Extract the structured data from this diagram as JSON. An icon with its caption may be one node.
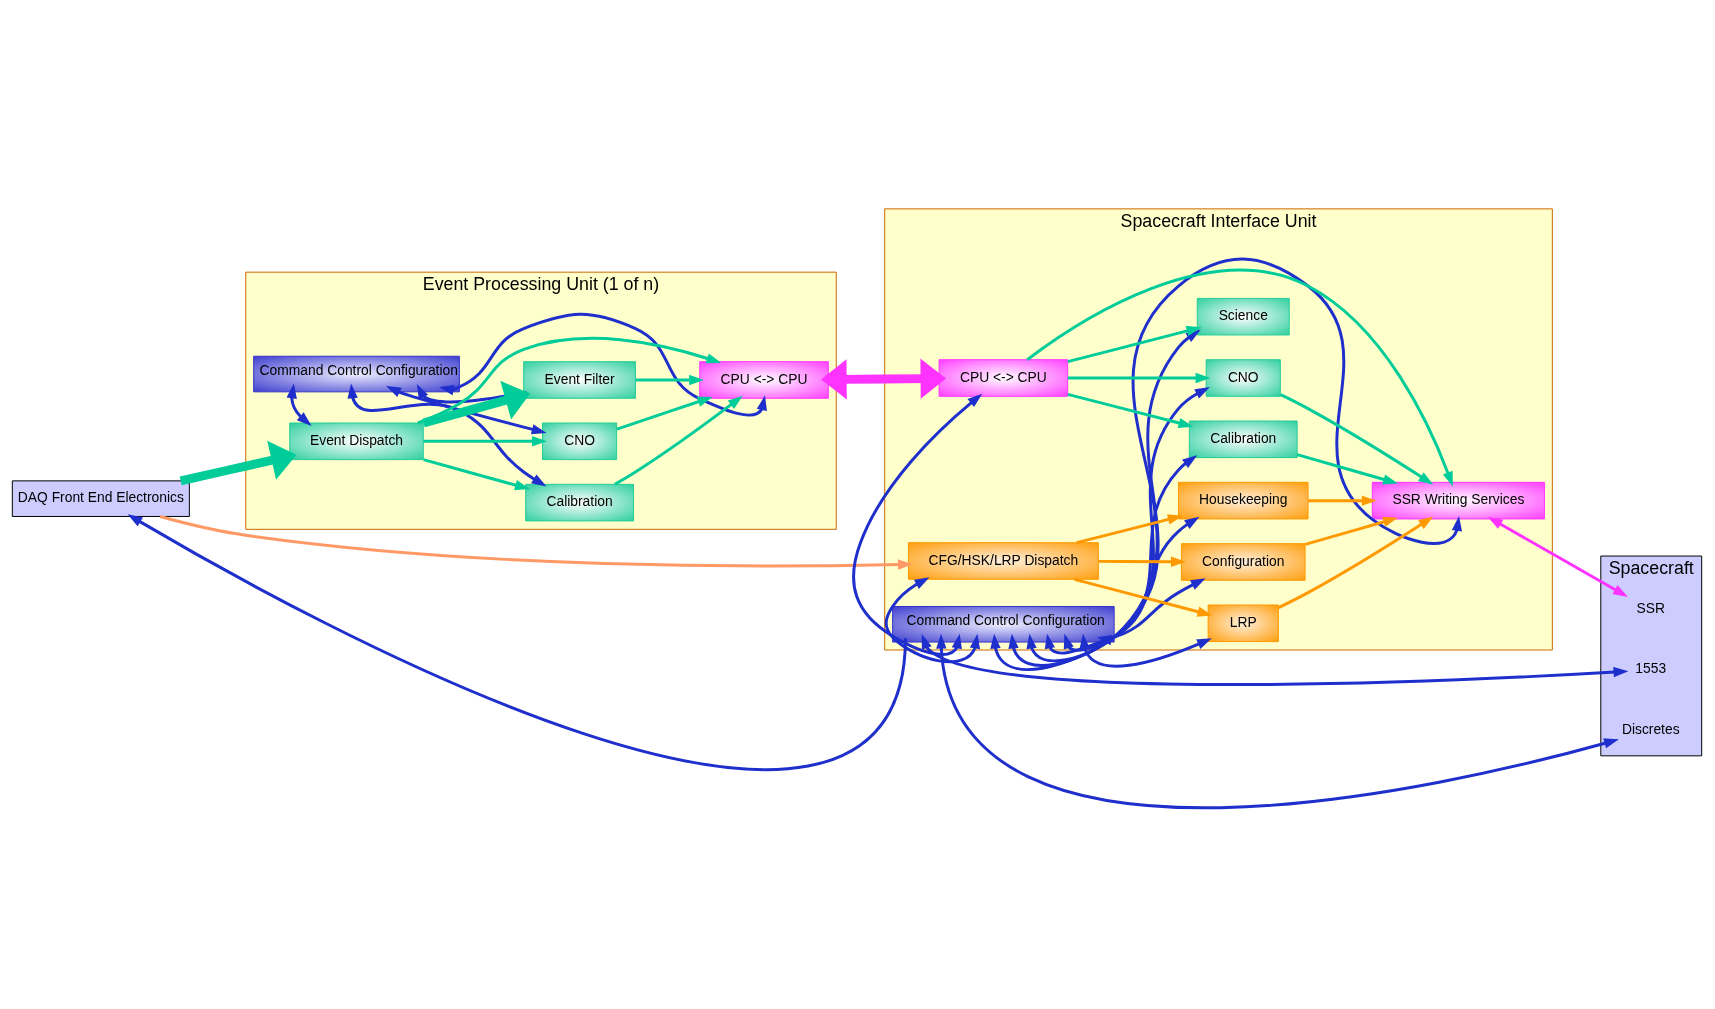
{
  "diagram": {
    "nodes": [
      {
        "text": [
          "DAQ Front End Electronics"
        ]
      },
      {
        "text": [
          "Spacecraft Interface Unit"
        ]
      },
      {
        "text": [
          "Spacecraft"
        ]
      },
      {
        "text": [
          "Command Control Configuration"
        ],
        "in": 1
      },
      {
        "text": [
          "Event Processing Unit (1 of n)"
        ]
      },
      {
        "text": [
          "Command Control Configuration"
        ],
        "in": 4
      },
      {
        "text": [
          "Event Dispatch"
        ],
        "in": 4
      },
      {
        "text": [
          "Calibration"
        ],
        "in": 4
      },
      {
        "text": [
          "CNO"
        ],
        "in": 4
      },
      {
        "text": [
          "Event Filter"
        ],
        "in": 4
      },
      {
        "text": [
          "CPU <-> CPU"
        ],
        "in": 4
      },
      {
        "text": [
          "CPU <-> CPU"
        ],
        "in": 1
      },
      {
        "text": [
          "Calibration"
        ],
        "in": 1
      },
      {
        "text": [
          "CNO"
        ],
        "in": 1
      },
      {
        "text": [
          "Science"
        ],
        "in": 1
      },
      {
        "text": [
          "CFG/HSK/LRP Dispatch"
        ],
        "in": 1
      },
      {
        "text": [
          "Configuration"
        ],
        "in": 1
      },
      {
        "text": [
          "Housekeeping"
        ],
        "in": 1
      },
      {
        "text": [
          "LRP"
        ],
        "in": 1
      },
      {
        "text": [
          "SSR Writing Services"
        ],
        "in": 1
      },
      {
        "text": [
          "1553"
        ],
        "in": 2
      },
      {
        "text": [
          "Discretes"
        ],
        "in": 2
      },
      {
        "text": [
          "SSR"
        ],
        "in": 2
      }
    ],
    "edges": [
      {
        "from": 3,
        "to": 0,
        "arrow": "to"
      },
      {
        "from": 3,
        "to": 20,
        "arrow": "both"
      },
      {
        "from": 3,
        "to": 21,
        "arrow": "both"
      },
      {
        "from": 5,
        "to": 6,
        "arrow": "both"
      },
      {
        "from": 5,
        "to": 7,
        "arrow": "both"
      },
      {
        "from": 5,
        "to": 8,
        "arrow": "both"
      },
      {
        "from": 5,
        "to": 9,
        "arrow": "both"
      },
      {
        "from": 5,
        "to": 10,
        "arrow": "both"
      },
      {
        "from": 0,
        "to": 6,
        "arrow": "to",
        "style": "thick",
        "color": "#00cc99"
      },
      {
        "from": 6,
        "to": 10,
        "arrow": "to",
        "color": "#00cc99"
      },
      {
        "from": 6,
        "to": 7,
        "arrow": "to",
        "color": "#00cc99"
      },
      {
        "from": 6,
        "to": 8,
        "arrow": "to",
        "color": "#00cc99"
      },
      {
        "from": 6,
        "to": 9,
        "arrow": "to",
        "style": "thick",
        "color": "#00cc99"
      },
      {
        "from": 7,
        "to": 10,
        "arrow": "to",
        "color": "#00cc99"
      },
      {
        "from": 8,
        "to": 10,
        "arrow": "to",
        "color": "#00cc99"
      },
      {
        "from": 9,
        "to": 10,
        "arrow": "to",
        "color": "#00cc99"
      },
      {
        "from": 10,
        "to": 11,
        "arrow": "both",
        "style": "thick",
        "color": "#ff33ff"
      },
      {
        "from": 0,
        "to": 15,
        "arrow": "to",
        "color": "#ff9966"
      },
      {
        "from": 3,
        "to": 11,
        "arrow": "both"
      },
      {
        "from": 3,
        "to": 15,
        "arrow": "both"
      },
      {
        "from": 3,
        "to": 12,
        "arrow": "both"
      },
      {
        "from": 3,
        "to": 13,
        "arrow": "both"
      },
      {
        "from": 3,
        "to": 14,
        "arrow": "both"
      },
      {
        "from": 3,
        "to": 16,
        "arrow": "both"
      },
      {
        "from": 3,
        "to": 17,
        "arrow": "both"
      },
      {
        "from": 3,
        "to": 18,
        "arrow": "both"
      },
      {
        "from": 3,
        "to": 19,
        "arrow": "both"
      },
      {
        "from": 11,
        "to": 19,
        "arrow": "to",
        "color": "#00cc99"
      },
      {
        "from": 11,
        "to": 12,
        "arrow": "to",
        "color": "#00cc99"
      },
      {
        "from": 11,
        "to": 13,
        "arrow": "to",
        "color": "#00cc99"
      },
      {
        "from": 11,
        "to": 14,
        "arrow": "to",
        "color": "#00cc99"
      },
      {
        "from": 12,
        "to": 19,
        "arrow": "to",
        "color": "#00cc99"
      },
      {
        "from": 13,
        "to": 19,
        "arrow": "to",
        "color": "#00cc99"
      },
      {
        "from": 15,
        "to": 16,
        "arrow": "to",
        "color": "#ff9900"
      },
      {
        "from": 15,
        "to": 17,
        "arrow": "to",
        "color": "#ff9900"
      },
      {
        "from": 15,
        "to": 18,
        "arrow": "to",
        "color": "#ff9900"
      },
      {
        "from": 16,
        "to": 19,
        "arrow": "to",
        "color": "#ff9900"
      },
      {
        "from": 17,
        "to": 19,
        "arrow": "to",
        "color": "#ff9900"
      },
      {
        "from": 18,
        "to": 19,
        "arrow": "to",
        "color": "#ff9900"
      },
      {
        "from": 19,
        "to": 22,
        "arrow": "both",
        "color": "#ff33ff"
      }
    ]
  }
}
